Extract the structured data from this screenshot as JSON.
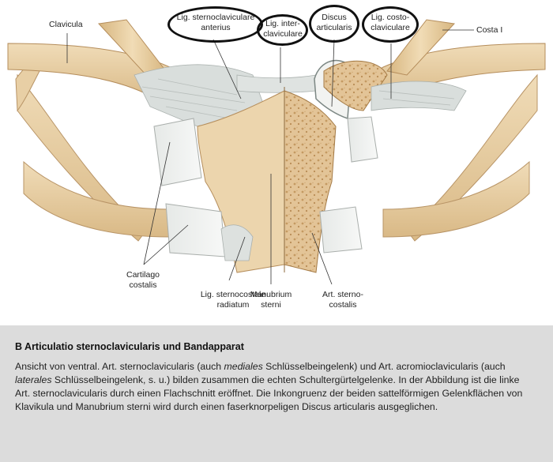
{
  "labels": {
    "clavicula": "Clavicula",
    "lig_sternoclaviculare_anterius": "Lig. sternoclaviculare\nanterius",
    "lig_interclaviculare": "Lig. inter-\nclaviculare",
    "discus_articularis": "Discus\narticularis",
    "lig_costoclaviculare": "Lig. costo-\nclaviculare",
    "costa_i": "Costa I",
    "cartilago_costalis": "Cartilago\ncostalis",
    "lig_sternocostale_radiatum": "Lig. sternocostale\nradiatum",
    "manubrium_sterni": "Manubrium\nsterni",
    "art_sternocostalis": "Art. sterno-\ncostalis"
  },
  "caption": {
    "title": "B Articulatio sternoclavicularis und Bandapparat",
    "body_part1": "Ansicht von ventral. Art. sternoclavicularis (auch ",
    "body_em1": "mediales",
    "body_part2": " Schlüsselbeingelenk) und Art. acromioclavicularis (auch ",
    "body_em2": "laterales",
    "body_part3": " Schlüsselbeingelenk, s. u.) bilden zusammen die echten Schultergürtelgelenke. In der Abbildung ist die linke Art. sternoclavicularis durch einen Flachschnitt eröffnet. Die Inkongruenz der beiden sattelförmigen Gelenkflächen von Klavikula und Manubrium sterni wird durch einen faserknorpeligen Discus articularis ausgeglichen."
  },
  "colors": {
    "bone": "#e9d3ad",
    "bone_shadow": "#c9aa7a",
    "cartilage": "#eef0ee",
    "ligament": "#d8dcda",
    "spongiosa": "#e2c49a",
    "caption_bg": "#dcdcdc"
  }
}
